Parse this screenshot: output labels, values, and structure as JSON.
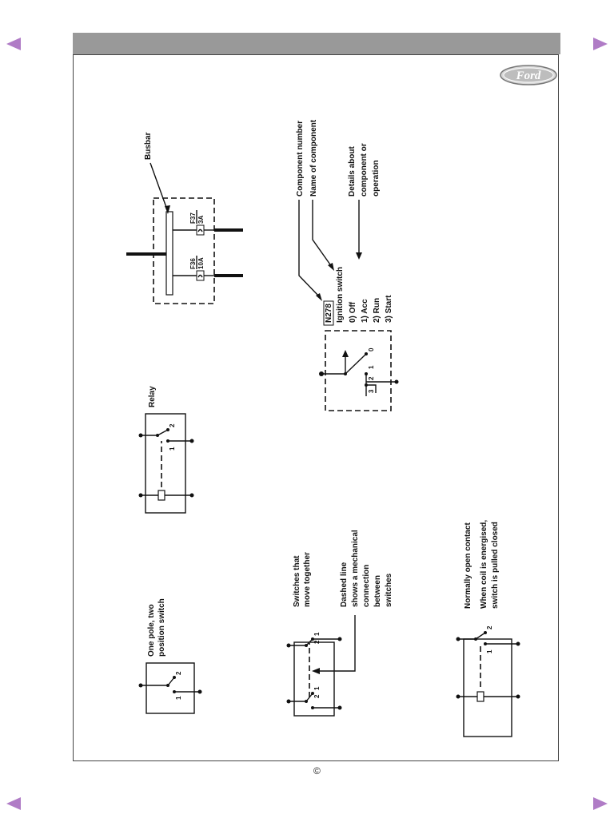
{
  "nav": {
    "prev_icon": "triangle-left-icon",
    "next_icon": "triangle-right-icon",
    "color": "#b07cc6"
  },
  "brand": {
    "logo_text": "Ford"
  },
  "footer": {
    "copyright": "©"
  },
  "labels": {
    "one_pole_1": "One pole, two",
    "one_pole_2": "position switch",
    "relay": "Relay",
    "busbar": "Busbar",
    "switches_together_1": "Switches that",
    "switches_together_2": "move together",
    "dashed_1": "Dashed line",
    "dashed_2": "shows a mechanical",
    "dashed_3": "connection",
    "dashed_4": "between",
    "dashed_5": "switches",
    "component_number": "Component number",
    "component_name": "Name of component",
    "details_1": "Details about",
    "details_2": "component or",
    "details_3": "operation",
    "no_contact_1": "Normally open contact",
    "no_contact_2": "When coil is energised,",
    "no_contact_3": "switch is pulled closed"
  },
  "ignition": {
    "code": "N278",
    "name": "Ignition switch",
    "positions": [
      "0)  Off",
      "1)  Acc",
      "2)  Run",
      "3)  Start"
    ]
  },
  "fuses": [
    {
      "id": "F36",
      "rating": "10A"
    },
    {
      "id": "F37",
      "rating": "3A"
    }
  ],
  "pins": {
    "p0": "0",
    "p1": "1",
    "p2": "2",
    "p3": "3"
  }
}
